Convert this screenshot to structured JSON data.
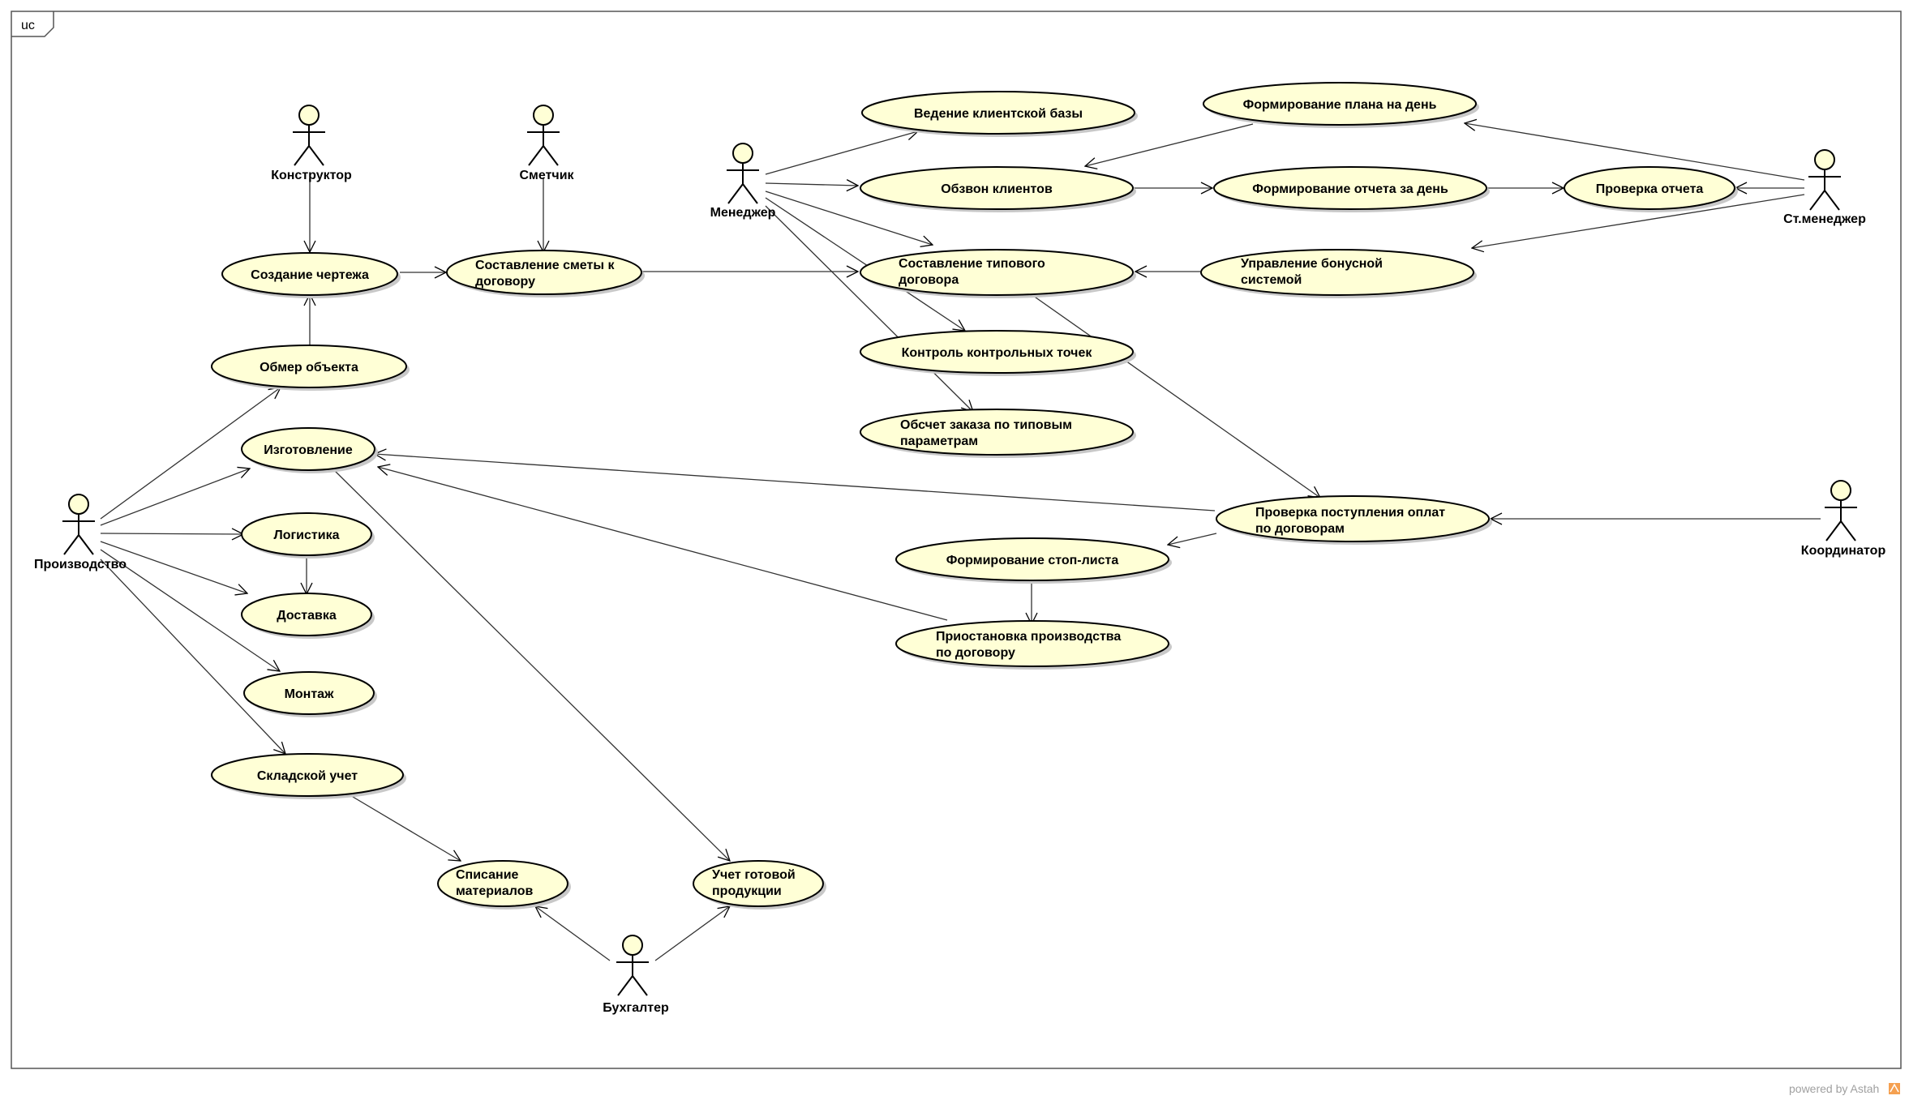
{
  "frame": {
    "label": "uc"
  },
  "footer": {
    "text": "powered by Astah",
    "logo_icon": "astah-logo-icon"
  },
  "colors": {
    "usecase_fill": "#ffffd6",
    "stroke": "#000000",
    "shadow": "#c8c8c8",
    "connector": "#333333"
  },
  "actors": {
    "konstruktor": "Конструктор",
    "smetchik": "Сметчик",
    "menedzher": "Менеджер",
    "st_menedzher": "Ст.менеджер",
    "proizvodstvo": "Производство",
    "koordinator": "Координатор",
    "buhgalter": "Бухгалтер"
  },
  "usecases": {
    "sozdanie_chertezha": [
      "Создание чертежа"
    ],
    "obmer_obekta": [
      "Обмер объекта"
    ],
    "sostavlenie_smety": [
      "Составление сметы к",
      "договору"
    ],
    "vedenie_bazy": [
      "Ведение клиентской базы"
    ],
    "obzvon": [
      "Обзвон клиентов"
    ],
    "tipovoy_dogovor": [
      "Составление типового",
      "договора"
    ],
    "kontrol_tochek": [
      "Контроль контрольных точек"
    ],
    "obschet_zakaza": [
      "Обсчет заказа по типовым",
      "параметрам"
    ],
    "plan_na_den": [
      "Формирование плана на день"
    ],
    "otchet_za_den": [
      "Формирование отчета за день"
    ],
    "proverka_otcheta": [
      "Проверка отчета"
    ],
    "bonusnaya_sistema": [
      "Управление бонусной",
      "системой"
    ],
    "izgotovlenie": [
      "Изготовление"
    ],
    "logistika": [
      "Логистика"
    ],
    "dostavka": [
      "Доставка"
    ],
    "montazh": [
      "Монтаж"
    ],
    "skladskoy_uchet": [
      "Складской учет"
    ],
    "spisanie": [
      "Списание",
      "материалов"
    ],
    "uchet_produkcii": [
      "Учет готовой",
      "продукции"
    ],
    "proverka_oplat": [
      "Проверка поступления оплат",
      "по договорам"
    ],
    "stop_list": [
      "Формирование стоп-листа"
    ],
    "priostanovka": [
      "Приостановка производства",
      "по договору"
    ]
  }
}
